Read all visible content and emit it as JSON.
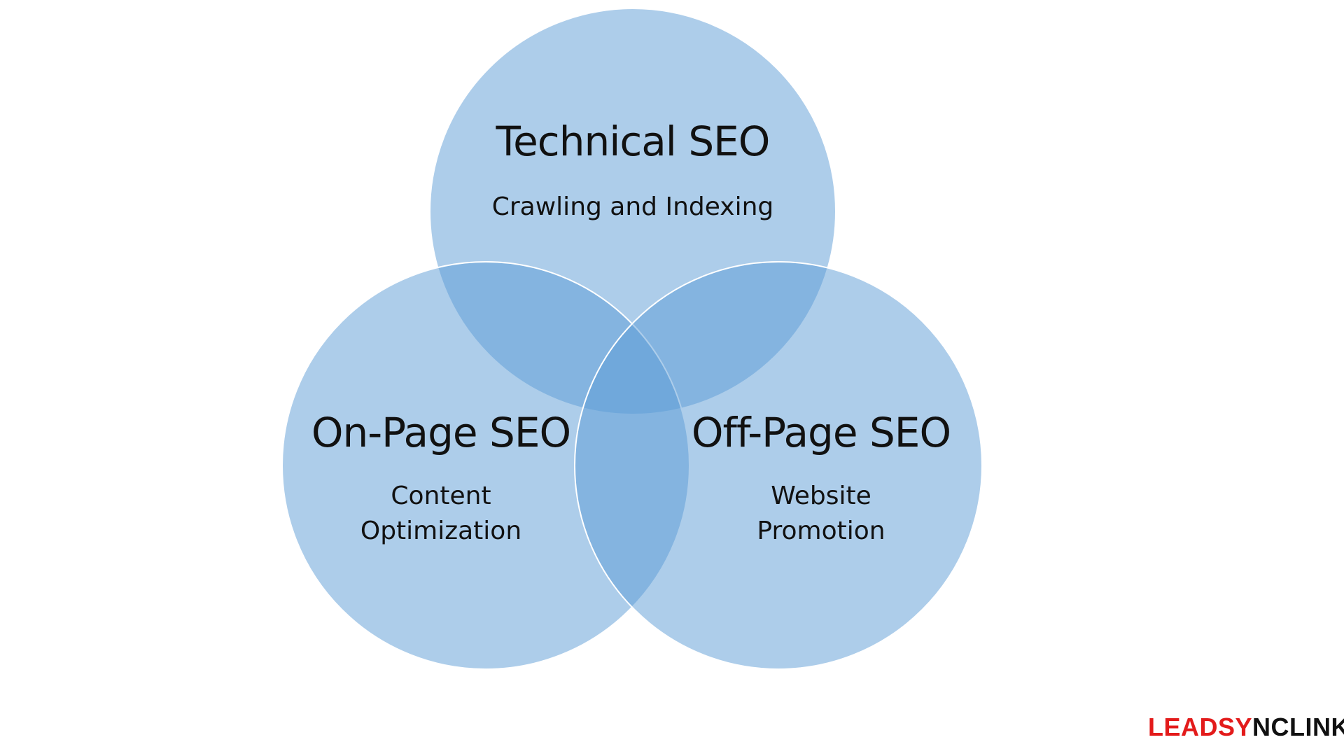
{
  "circles": [
    {
      "title": "Technical SEO",
      "subtitle_lines": [
        "Crawling and Indexing"
      ]
    },
    {
      "title": "On-Page SEO",
      "subtitle_lines": [
        "Content",
        "Optimization"
      ]
    },
    {
      "title": "Off-Page SEO",
      "subtitle_lines": [
        "Website",
        "Promotion"
      ]
    }
  ],
  "colors": {
    "circle_fill": "#5b9bd5",
    "stroke": "#ffffff",
    "logo_red": "#e31b1b",
    "logo_black": "#111111"
  },
  "logo": {
    "part1": "LEADSY",
    "part2": "NCLINK",
    "mark": "®"
  }
}
